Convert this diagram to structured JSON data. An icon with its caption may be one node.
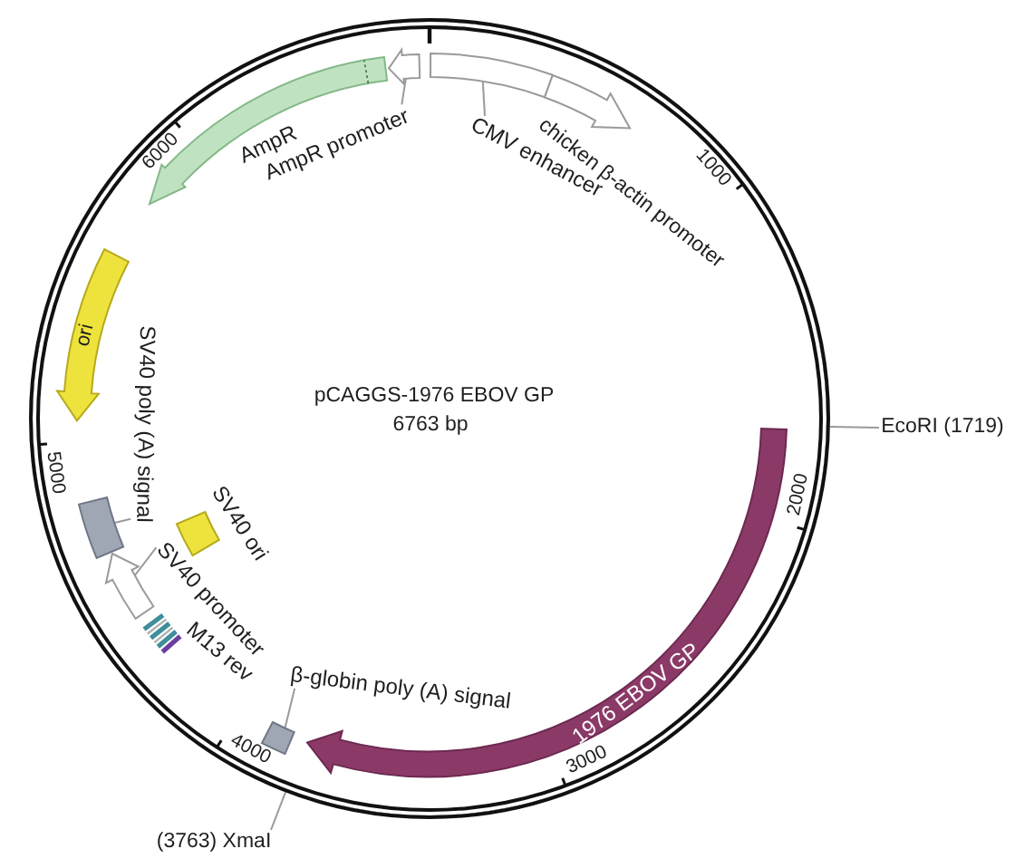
{
  "diagram": {
    "nodes": [
      {
        "text": [
          "pCAGGS-1976 EBOV GP",
          "6763 bp"
        ]
      },
      {
        "text": [],
        "shape": "arrow",
        "in": 0
      },
      {
        "text": [],
        "shape": "box",
        "in": 0
      },
      {
        "text": [],
        "shape": "arrow",
        "in": 0,
        "beside": [
          "chicken β-actin promoter"
        ]
      },
      {
        "text": [],
        "shape": "arrow",
        "in": 0,
        "beside": [
          "AmpR"
        ]
      },
      {
        "text": [
          "AmpR promoter"
        ],
        "in": 0
      },
      {
        "text": [
          "CMV enhancer"
        ],
        "in": 0
      },
      {
        "text": [
          "ori"
        ],
        "in": 0
      },
      {
        "text": [
          "SV40 poly (A) signal"
        ],
        "in": 0
      },
      {
        "text": [],
        "shape": "box",
        "in": 0
      },
      {
        "text": [],
        "shape": "box",
        "in": 0,
        "beside": [
          "SV40 ori"
        ]
      },
      {
        "text": [],
        "shape": "arrow",
        "in": 0
      },
      {
        "text": [
          "SV40 promoter"
        ],
        "in": 0
      },
      {
        "text": [],
        "shape": "bar",
        "in": 0,
        "beside": [
          "M13 rev"
        ]
      },
      {
        "text": [
          "β-globin poly (A) signal"
        ],
        "in": 0
      },
      {
        "text": [],
        "shape": "box",
        "in": 0
      },
      {
        "text": [
          "1976 EBOV GP"
        ],
        "in": 0
      },
      {
        "text": [
          "EcoRI (1719)"
        ]
      },
      {
        "text": [
          "(3763) XmaI"
        ]
      }
    ],
    "edges": [
      {
        "from": 5,
        "to": 1,
        "arrow": "none"
      },
      {
        "from": 6,
        "to": 2,
        "arrow": "none"
      },
      {
        "from": 8,
        "to": 9,
        "arrow": "none"
      },
      {
        "from": 12,
        "to": 11,
        "arrow": "none"
      },
      {
        "from": 14,
        "to": 15,
        "arrow": "none"
      },
      {
        "from": 17,
        "to": 0,
        "arrow": "none"
      },
      {
        "from": 18,
        "to": 0,
        "arrow": "none"
      }
    ],
    "labels": [
      "6000",
      "1000",
      "5000",
      "2000",
      "4000",
      "3000"
    ]
  }
}
